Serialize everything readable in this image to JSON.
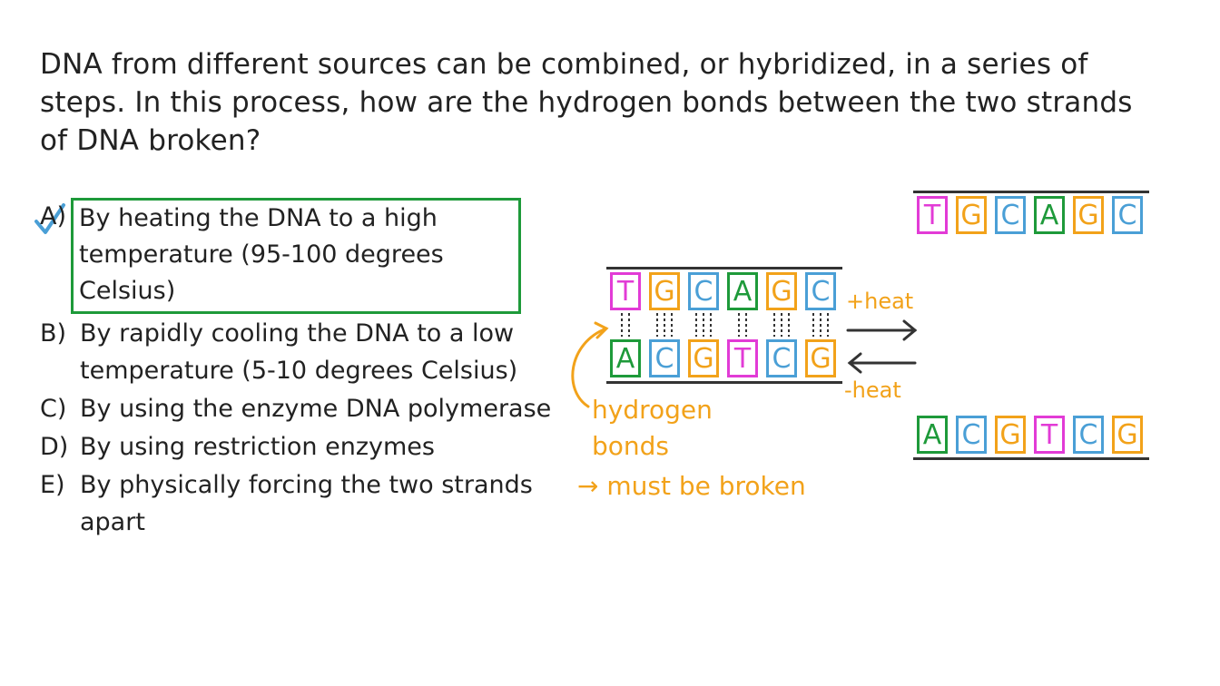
{
  "question": "DNA from different sources can be combined, or hybridized, in a series of steps. In this process, how are the hydrogen bonds between the two strands of DNA broken?",
  "options": [
    {
      "letter": "A)",
      "text": "By heating the DNA to a high temperature (95-100 degrees Celsius)",
      "selected": true
    },
    {
      "letter": "B)",
      "text": "By rapidly cooling the DNA to a low temperature (5-10 degrees Celsius)"
    },
    {
      "letter": "C)",
      "text": "By using the enzyme DNA polymerase"
    },
    {
      "letter": "D)",
      "text": "By using restriction enzymes"
    },
    {
      "letter": "E)",
      "text": "By physically forcing the two strands apart"
    }
  ],
  "diagram": {
    "top_strand": [
      "T",
      "G",
      "C",
      "A",
      "G",
      "C"
    ],
    "bottom_strand": [
      "A",
      "C",
      "G",
      "T",
      "C",
      "G"
    ],
    "plus_heat": "+heat",
    "minus_heat": "-heat",
    "hydrogen_bonds": "hydrogen bonds",
    "must_be_broken": "→ must be broken"
  },
  "colors": {
    "T": "#e23bd6",
    "G": "#f2a21a",
    "C": "#4a9fd6",
    "A": "#1e9a3a",
    "annotation": "#f2a21a",
    "selection_box": "#1e9a3a",
    "check": "#4a9fd6"
  }
}
